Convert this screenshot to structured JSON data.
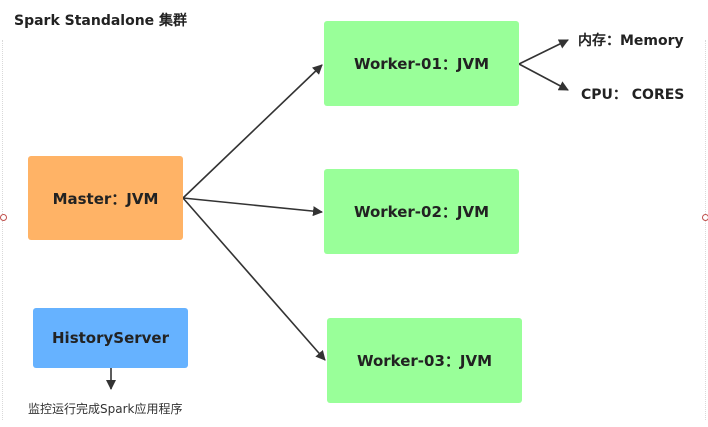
{
  "title": "Spark Standalone 集群",
  "nodes": {
    "worker01": "Worker-01：JVM",
    "worker02": "Worker-02：JVM",
    "worker03": "Worker-03：JVM",
    "master": "Master：JVM",
    "history": "HistoryServer"
  },
  "resources": {
    "memory": "内存：Memory",
    "cpu": "CPU： CORES"
  },
  "history_caption": "监控运行完成Spark应用程序",
  "colors": {
    "worker": "#99ff99",
    "master": "#ffb366",
    "history": "#66b2ff",
    "edge": "#333333"
  }
}
